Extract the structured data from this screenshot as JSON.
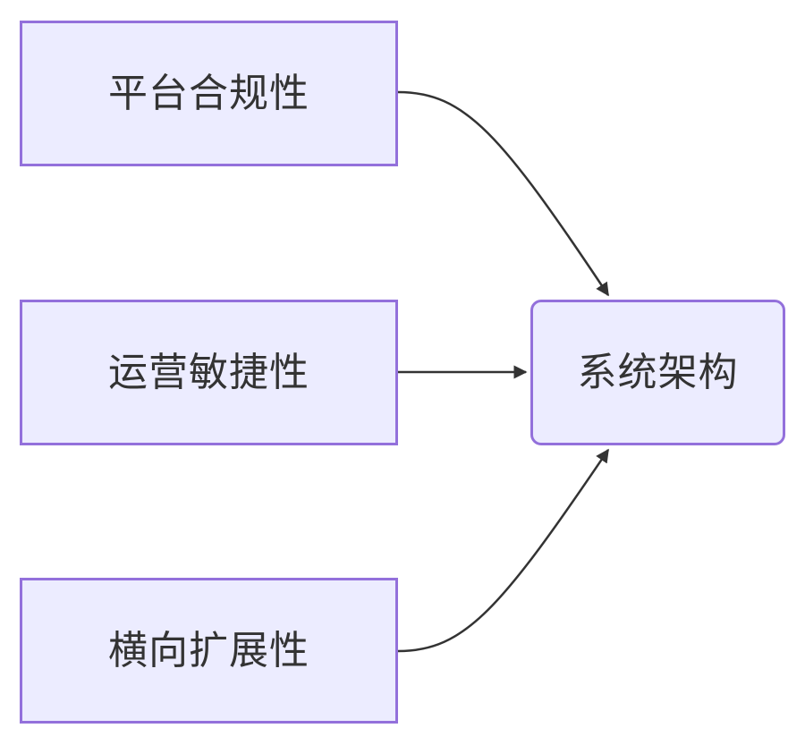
{
  "diagram": {
    "nodes": {
      "compliance": {
        "label": "平台合规性"
      },
      "agility": {
        "label": "运营敏捷性"
      },
      "scale": {
        "label": "横向扩展性"
      },
      "architecture": {
        "label": "系统架构"
      }
    },
    "edges": [
      {
        "from": "compliance",
        "to": "architecture"
      },
      {
        "from": "agility",
        "to": "architecture"
      },
      {
        "from": "scale",
        "to": "architecture"
      }
    ],
    "colors": {
      "node_fill": "#ececff",
      "node_border": "#9370db",
      "edge": "#333333",
      "text": "#333333"
    }
  }
}
